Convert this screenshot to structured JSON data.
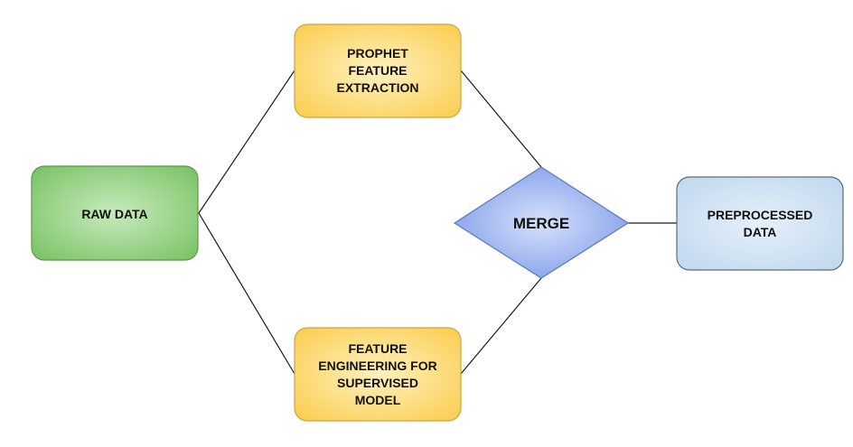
{
  "nodes": {
    "raw_data": {
      "lines": [
        "RAW DATA"
      ]
    },
    "prophet": {
      "lines": [
        "PROPHET",
        "FEATURE",
        "EXTRACTION"
      ]
    },
    "feature_eng": {
      "lines": [
        "FEATURE",
        "ENGINEERING FOR",
        "SUPERVISED",
        "MODEL"
      ]
    },
    "merge": {
      "lines": [
        "MERGE"
      ]
    },
    "preprocessed": {
      "lines": [
        "PREPROCESSED",
        "DATA"
      ]
    }
  },
  "colors": {
    "raw_data_fill": "#8fd07d",
    "raw_data_stroke": "#5a9a4a",
    "process_fill": "#fcd56a",
    "process_stroke": "#c9a545",
    "merge_fill": "#8eaaf0",
    "merge_stroke": "#5c78c0",
    "output_fill": "#c9dff2",
    "output_stroke": "#5d6b78"
  }
}
